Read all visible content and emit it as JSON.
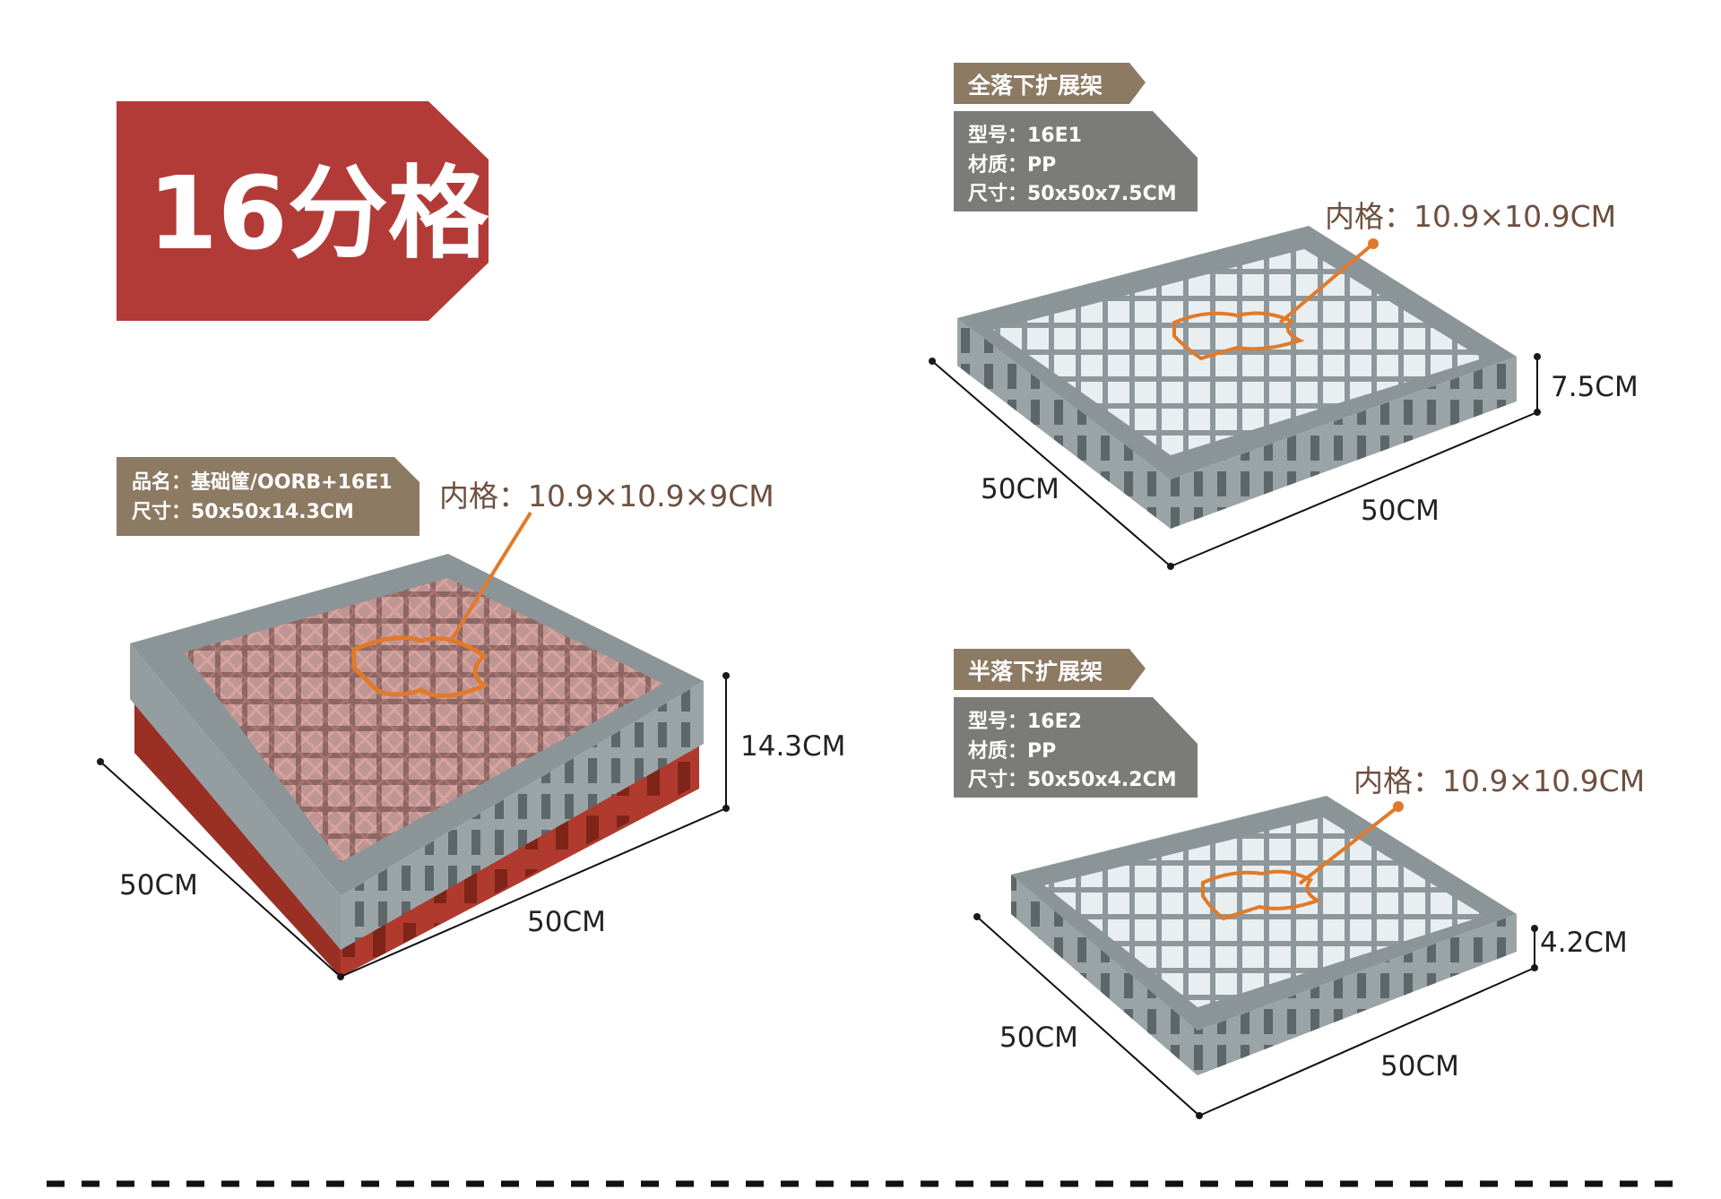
{
  "title": "16分格",
  "base_rack": {
    "name_line": "品名：基础筐/OORB+16E1",
    "size_line": "尺寸：50x50x14.3CM",
    "inner": "内格：10.9×10.9×9CM",
    "dim_height": "14.3CM",
    "dim_left": "50CM",
    "dim_bottom": "50CM"
  },
  "full_extender": {
    "tag": "全落下扩展架",
    "model_line": "型号：16E1",
    "material_line": "材质：PP",
    "size_line": "尺寸：50x50x7.5CM",
    "inner": "内格：10.9×10.9CM",
    "dim_height": "7.5CM",
    "dim_left": "50CM",
    "dim_bottom": "50CM"
  },
  "half_extender": {
    "tag": "半落下扩展架",
    "model_line": "型号：16E2",
    "material_line": "材质：PP",
    "size_line": "尺寸：50x50x4.2CM",
    "inner": "内格：10.9×10.9CM",
    "dim_height": "4.2CM",
    "dim_left": "50CM",
    "dim_bottom": "50CM"
  },
  "colors": {
    "title_bg": "#b23b38",
    "tag_bg": "#8d7a63",
    "info_bg": "#7b7b79",
    "rack_red": "#b03a2e",
    "rack_gray": "#8b9598",
    "callout_orange": "#e07a2a",
    "callout_text": "#6e5040"
  }
}
